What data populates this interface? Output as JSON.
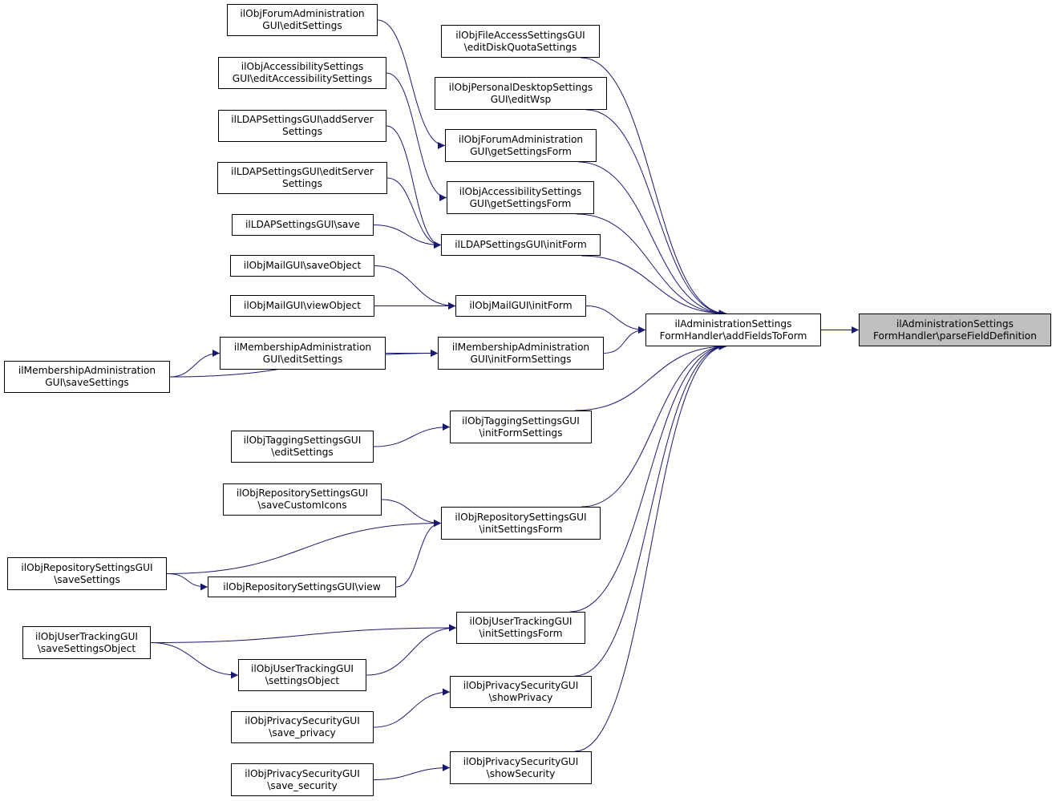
{
  "colors": {
    "edge": "#191970",
    "node_border": "#000000",
    "node_fill": "#ffffff",
    "target_fill": "#bfbfbf"
  },
  "nodes": {
    "parse": {
      "line1": "ilAdministrationSettings",
      "line2": "FormHandler\\parseFieldDefinition"
    },
    "addFields": {
      "line1": "ilAdministrationSettings",
      "line2": "FormHandler\\addFieldsToForm"
    },
    "fileAccess": {
      "line1": "ilObjFileAccessSettingsGUI",
      "line2": "\\editDiskQuotaSettings"
    },
    "personalDesktop": {
      "line1": "ilObjPersonalDesktopSettings",
      "line2": "GUI\\editWsp"
    },
    "forumGetForm": {
      "line1": "ilObjForumAdministration",
      "line2": "GUI\\getSettingsForm"
    },
    "accessGetForm": {
      "line1": "ilObjAccessibilitySettings",
      "line2": "GUI\\getSettingsForm"
    },
    "ldapInitForm": {
      "line1": "ilLDAPSettingsGUI\\initForm",
      "line2": ""
    },
    "mailInitForm": {
      "line1": "ilObjMailGUI\\initForm",
      "line2": ""
    },
    "memberInitForm": {
      "line1": "ilMembershipAdministration",
      "line2": "GUI\\initFormSettings"
    },
    "taggingInitForm": {
      "line1": "ilObjTaggingSettingsGUI",
      "line2": "\\initFormSettings"
    },
    "repoInitForm": {
      "line1": "ilObjRepositorySettingsGUI",
      "line2": "\\initSettingsForm"
    },
    "userTrackInitForm": {
      "line1": "ilObjUserTrackingGUI",
      "line2": "\\initSettingsForm"
    },
    "privShowPrivacy": {
      "line1": "ilObjPrivacySecurityGUI",
      "line2": "\\showPrivacy"
    },
    "privShowSecurity": {
      "line1": "ilObjPrivacySecurityGUI",
      "line2": "\\showSecurity"
    },
    "forumEdit": {
      "line1": "ilObjForumAdministration",
      "line2": "GUI\\editSettings"
    },
    "accessEdit": {
      "line1": "ilObjAccessibilitySettings",
      "line2": "GUI\\editAccessibilitySettings"
    },
    "ldapAddServer": {
      "line1": "ilLDAPSettingsGUI\\addServer",
      "line2": "Settings"
    },
    "ldapEditServer": {
      "line1": "ilLDAPSettingsGUI\\editServer",
      "line2": "Settings"
    },
    "ldapSave": {
      "line1": "ilLDAPSettingsGUI\\save",
      "line2": ""
    },
    "mailSave": {
      "line1": "ilObjMailGUI\\saveObject",
      "line2": ""
    },
    "mailView": {
      "line1": "ilObjMailGUI\\viewObject",
      "line2": ""
    },
    "memberEdit": {
      "line1": "ilMembershipAdministration",
      "line2": "GUI\\editSettings"
    },
    "memberSave": {
      "line1": "ilMembershipAdministration",
      "line2": "GUI\\saveSettings"
    },
    "taggingEdit": {
      "line1": "ilObjTaggingSettingsGUI",
      "line2": "\\editSettings"
    },
    "repoSaveIcons": {
      "line1": "ilObjRepositorySettingsGUI",
      "line2": "\\saveCustomIcons"
    },
    "repoSave": {
      "line1": "ilObjRepositorySettingsGUI",
      "line2": "\\saveSettings"
    },
    "repoView": {
      "line1": "ilObjRepositorySettingsGUI\\view",
      "line2": ""
    },
    "userTrackSave": {
      "line1": "ilObjUserTrackingGUI",
      "line2": "\\saveSettingsObject"
    },
    "userTrackSettings": {
      "line1": "ilObjUserTrackingGUI",
      "line2": "\\settingsObject"
    },
    "privSavePrivacy": {
      "line1": "ilObjPrivacySecurityGUI",
      "line2": "\\save_privacy"
    },
    "privSaveSecurity": {
      "line1": "ilObjPrivacySecurityGUI",
      "line2": "\\save_security"
    }
  },
  "edges": [
    [
      "addFields",
      "parse"
    ],
    [
      "fileAccess",
      "addFields"
    ],
    [
      "personalDesktop",
      "addFields"
    ],
    [
      "forumGetForm",
      "addFields"
    ],
    [
      "accessGetForm",
      "addFields"
    ],
    [
      "ldapInitForm",
      "addFields"
    ],
    [
      "mailInitForm",
      "addFields"
    ],
    [
      "memberInitForm",
      "addFields"
    ],
    [
      "taggingInitForm",
      "addFields"
    ],
    [
      "repoInitForm",
      "addFields"
    ],
    [
      "userTrackInitForm",
      "addFields"
    ],
    [
      "privShowPrivacy",
      "addFields"
    ],
    [
      "privShowSecurity",
      "addFields"
    ],
    [
      "forumEdit",
      "forumGetForm"
    ],
    [
      "accessEdit",
      "accessGetForm"
    ],
    [
      "ldapAddServer",
      "ldapInitForm"
    ],
    [
      "ldapEditServer",
      "ldapInitForm"
    ],
    [
      "ldapSave",
      "ldapInitForm"
    ],
    [
      "mailSave",
      "mailInitForm"
    ],
    [
      "mailView",
      "mailInitForm"
    ],
    [
      "memberEdit",
      "memberInitForm"
    ],
    [
      "memberSave",
      "memberEdit"
    ],
    [
      "memberSave",
      "memberInitForm"
    ],
    [
      "taggingEdit",
      "taggingInitForm"
    ],
    [
      "repoSaveIcons",
      "repoInitForm"
    ],
    [
      "repoSave",
      "repoInitForm"
    ],
    [
      "repoSave",
      "repoView"
    ],
    [
      "repoView",
      "repoInitForm"
    ],
    [
      "userTrackSave",
      "userTrackInitForm"
    ],
    [
      "userTrackSave",
      "userTrackSettings"
    ],
    [
      "userTrackSettings",
      "userTrackInitForm"
    ],
    [
      "privSavePrivacy",
      "privShowPrivacy"
    ],
    [
      "privSaveSecurity",
      "privShowSecurity"
    ]
  ]
}
